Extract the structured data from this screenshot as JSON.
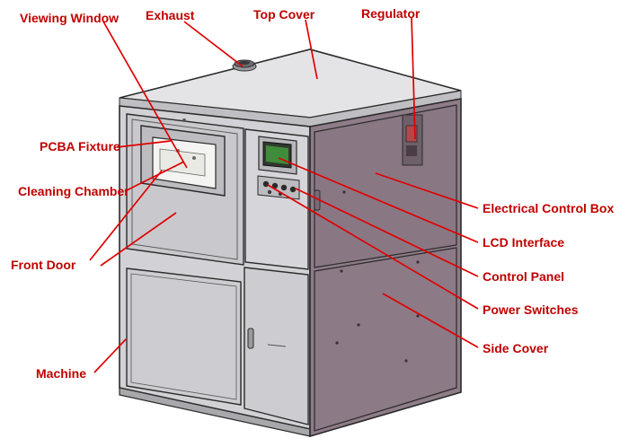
{
  "colors": {
    "label": "#c00000",
    "leader": "#e00000",
    "front_panel": "#cfcfd2",
    "side_panel": "#8f7d89",
    "top": "#e3e3e3",
    "outline": "#2b2b2b"
  },
  "labels": {
    "viewing_window": "Viewing Window",
    "exhaust": "Exhaust",
    "top_cover": "Top Cover",
    "regulator": "Regulator",
    "pcba_fixture": "PCBA Fixture",
    "cleaning_chamber": "Cleaning Chamber",
    "front_door": "Front Door",
    "machine": "Machine",
    "electrical_control_box": "Electrical Control Box",
    "lcd_interface": "LCD Interface",
    "control_panel": "Control Panel",
    "power_switches": "Power Switches",
    "side_cover": "Side Cover"
  }
}
